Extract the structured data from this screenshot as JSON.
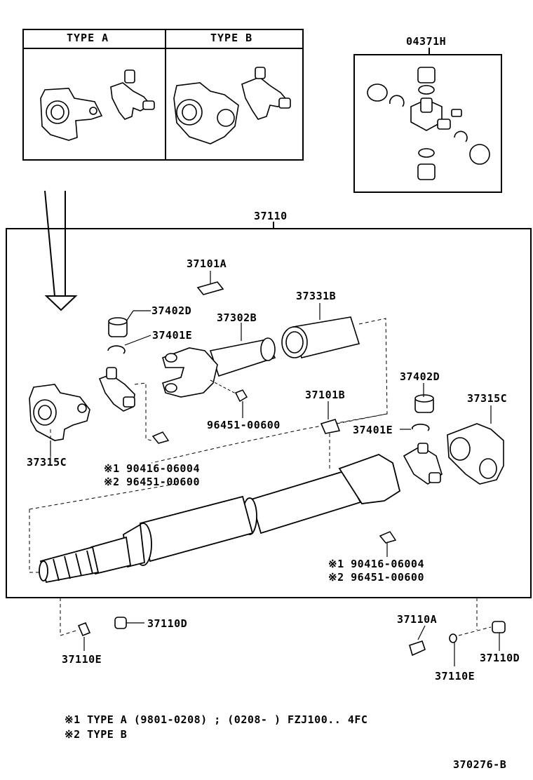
{
  "type_table": {
    "type_a": "TYPE  A",
    "type_b": "TYPE  B"
  },
  "labels": {
    "kit": "04371H",
    "assembly": "37110",
    "l37101a": "37101A",
    "l37402d_top": "37402D",
    "l37302b": "37302B",
    "l37331b": "37331B",
    "l37401e_top": "37401E",
    "l96451": "96451-00600",
    "l37101b": "37101B",
    "l37402d_right": "37402D",
    "l37315c_right": "37315C",
    "l37401e_right": "37401E",
    "l37315c_left": "37315C",
    "m1_left": "※1 90416-06004",
    "m2_left": "※2 96451-00600",
    "m1_right": "※1 90416-06004",
    "m2_right": "※2 96451-00600",
    "l37110d_mid": "37110D",
    "l37110e_left": "37110E",
    "l37110a": "37110A",
    "l37110e_right": "37110E",
    "l37110d_right": "37110D"
  },
  "notes": {
    "n1": "※1 TYPE  A  (9801-0208) ; (0208-      ) FZJ100.. 4FC",
    "n2": "※2 TYPE  B"
  },
  "diagram_code": "370276-B"
}
